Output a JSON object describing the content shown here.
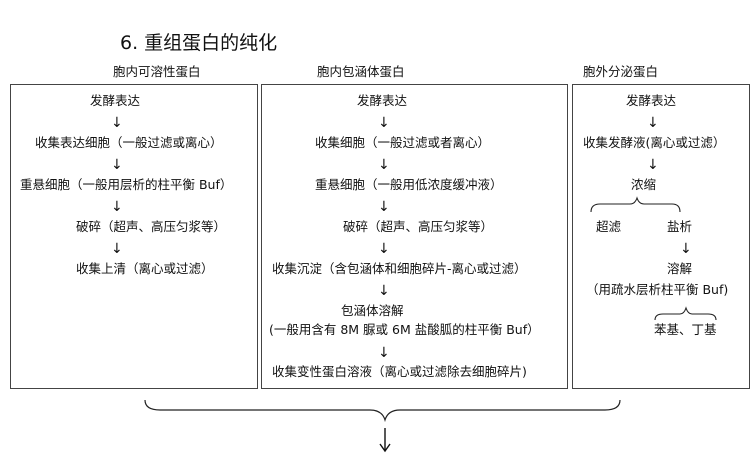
{
  "title": "6. 重组蛋白的纯化",
  "columns": [
    {
      "heading": "胞内可溶性蛋白",
      "steps": [
        "发酵表达",
        "收集表达细胞（一般过滤或离心）",
        "重悬细胞（一般用层析的柱平衡 Buf）",
        "破碎（超声、高压匀浆等）",
        "收集上清（离心或过滤）"
      ]
    },
    {
      "heading": "胞内包涵体蛋白",
      "steps": [
        "发酵表达",
        "收集细胞（一般过滤或者离心）",
        "重悬细胞（一般用低浓度缓冲液）",
        "破碎（超声、高压匀浆等）",
        "收集沉淀（含包涵体和细胞碎片-离心或过滤）",
        "包涵体溶解",
        "(一般用含有 8M 脲或 6M 盐酸胍的柱平衡 Buf）",
        "收集变性蛋白溶液（离心或过滤除去细胞碎片)"
      ]
    },
    {
      "heading": "胞外分泌蛋白",
      "steps": [
        "发酵表达",
        "收集发酵液(离心或过滤）",
        "浓缩",
        "超滤",
        "盐析",
        "溶解",
        "（用疏水层析柱平衡 Buf)",
        "苯基、丁基"
      ]
    }
  ],
  "arrow_glyph": "↓"
}
